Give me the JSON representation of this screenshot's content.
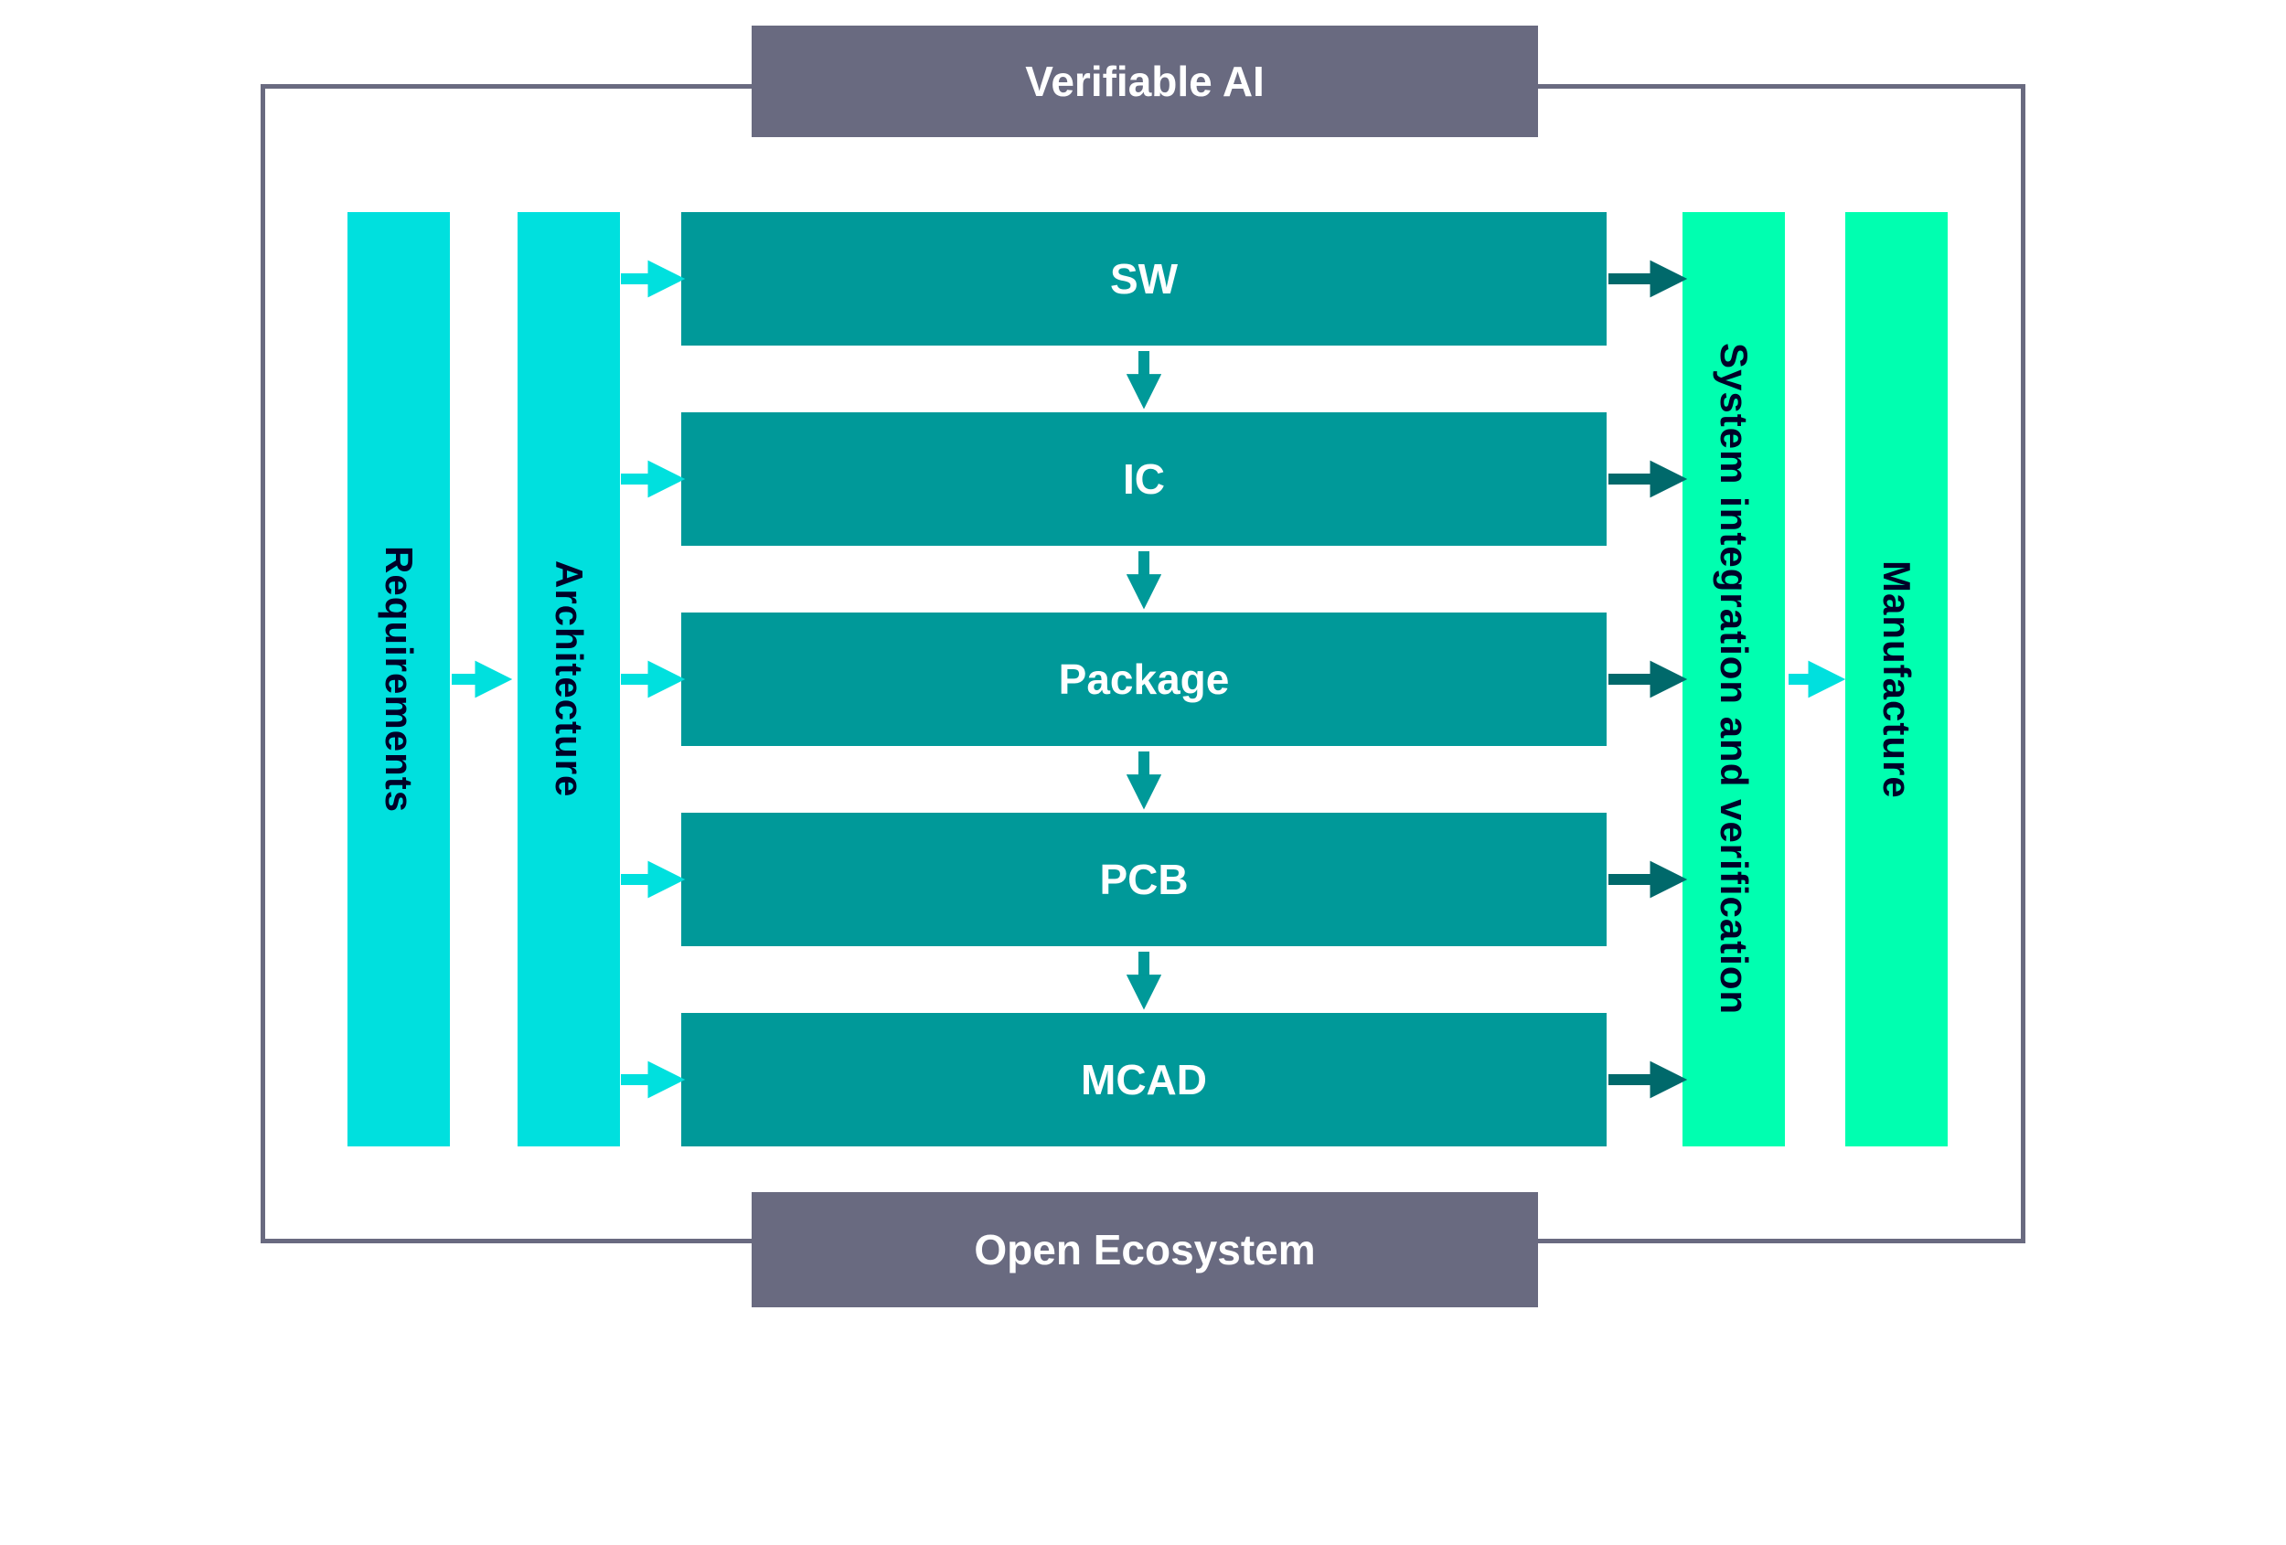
{
  "palette": {
    "slate": "#696A80",
    "cyan": "#00E0DE",
    "teal": "#009999",
    "teal_dark": "#00696B",
    "mint": "#00FFB0",
    "navy": "#000028"
  },
  "frame": {
    "top_label": "Verifiable AI",
    "bottom_label": "Open Ecosystem"
  },
  "left_bars": [
    {
      "label": "Requirements"
    },
    {
      "label": "Architecture"
    }
  ],
  "stages": [
    {
      "label": "SW"
    },
    {
      "label": "IC"
    },
    {
      "label": "Package"
    },
    {
      "label": "PCB"
    },
    {
      "label": "MCAD"
    }
  ],
  "right_bars": [
    {
      "label": "System integration and verification"
    },
    {
      "label": "Manufacture"
    }
  ],
  "connections": [
    {
      "from": "Requirements",
      "to": "Architecture",
      "color": "cyan"
    },
    {
      "from": "Architecture",
      "to": "SW",
      "color": "cyan"
    },
    {
      "from": "Architecture",
      "to": "IC",
      "color": "cyan"
    },
    {
      "from": "Architecture",
      "to": "Package",
      "color": "cyan"
    },
    {
      "from": "Architecture",
      "to": "PCB",
      "color": "cyan"
    },
    {
      "from": "Architecture",
      "to": "MCAD",
      "color": "cyan"
    },
    {
      "from": "SW",
      "to": "IC",
      "color": "teal"
    },
    {
      "from": "IC",
      "to": "Package",
      "color": "teal"
    },
    {
      "from": "Package",
      "to": "PCB",
      "color": "teal"
    },
    {
      "from": "PCB",
      "to": "MCAD",
      "color": "teal"
    },
    {
      "from": "SW",
      "to": "System integration and verification",
      "color": "teal_dark"
    },
    {
      "from": "IC",
      "to": "System integration and verification",
      "color": "teal_dark"
    },
    {
      "from": "Package",
      "to": "System integration and verification",
      "color": "teal_dark"
    },
    {
      "from": "PCB",
      "to": "System integration and verification",
      "color": "teal_dark"
    },
    {
      "from": "MCAD",
      "to": "System integration and verification",
      "color": "teal_dark"
    },
    {
      "from": "System integration and verification",
      "to": "Manufacture",
      "color": "cyan"
    }
  ]
}
